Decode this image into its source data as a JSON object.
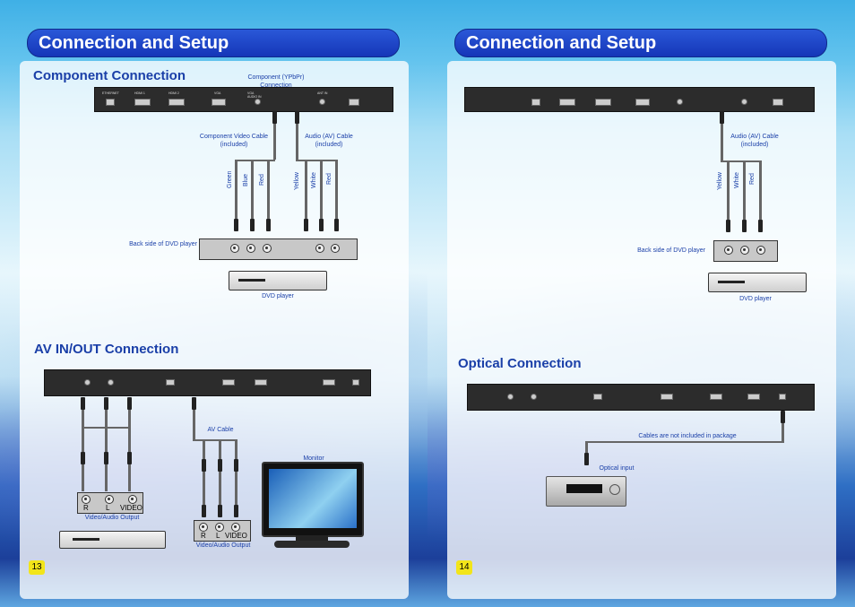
{
  "page1": {
    "title": "Connection and Setup",
    "page_number": "13",
    "component": {
      "heading": "Component Connection",
      "ypbpr_label": "Component (YPbPr) Connection",
      "video_cable_label": "Component Video Cable (included)",
      "audio_cable_label": "Audio (AV) Cable (included)",
      "colors": [
        "Green",
        "Blue",
        "Red",
        "Yellow",
        "White",
        "Red"
      ],
      "dvd_back_label": "Back side of DVD player",
      "dvd_label": "DVD player",
      "panel_ports": [
        "ETHERNET",
        "HDMI 1",
        "HDMI 2",
        "VGA",
        "VGA AUDIO IN",
        "ANT IN"
      ]
    },
    "av": {
      "heading": "AV IN/OUT Connection",
      "av_cable_label": "AV Cable",
      "monitor_label": "Monitor",
      "jacks": [
        "R",
        "L",
        "VIDEO"
      ],
      "jacks2": [
        "R",
        "L",
        "VIDEO"
      ],
      "output_label": "Video/Audio Output",
      "output_label2": "Video/Audio Output"
    }
  },
  "page2": {
    "title": "Connection and Setup",
    "page_number": "14",
    "audio_cable_label": "Audio (AV) Cable (included)",
    "colors": [
      "Yellow",
      "White",
      "Red"
    ],
    "dvd_back_label": "Back side of DVD player",
    "dvd_label": "DVD player",
    "optical": {
      "heading": "Optical Connection",
      "note": "Cables are not included in package",
      "input_label": "Optical input"
    }
  },
  "colors": {
    "banner": "#1a40c4",
    "heading": "#1a3fa8",
    "page_badge": "#f2e51a"
  }
}
